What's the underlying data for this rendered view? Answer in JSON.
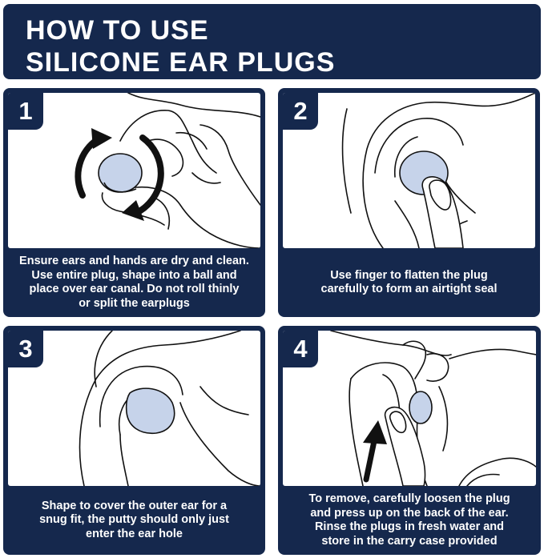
{
  "title": {
    "line1": "HOW TO USE",
    "line2": "SILICONE EAR PLUGS"
  },
  "steps": [
    {
      "number": "1",
      "illustration": "hand-shaping-ball",
      "text": "Ensure ears and hands are dry and clean.\nUse entire plug, shape into a ball and\nplace over ear canal. Do not roll thinly\nor split the earplugs"
    },
    {
      "number": "2",
      "illustration": "finger-flatten-plug",
      "text": "Use finger to flatten the plug\ncarefully to form an airtight seal"
    },
    {
      "number": "3",
      "illustration": "plug-covering-ear",
      "text": "Shape to cover the outer ear for a\nsnug fit, the putty should only just\nenter the ear hole"
    },
    {
      "number": "4",
      "illustration": "remove-plug-arrow-up",
      "text": "To remove, carefully loosen the plug\nand press up on the back of the ear.\nRinse the plugs in fresh water and\nstore in the carry case provided"
    }
  ],
  "colors": {
    "navy": "#15284d",
    "plug": "#c6d3ea",
    "outline": "#111111",
    "white": "#ffffff"
  }
}
